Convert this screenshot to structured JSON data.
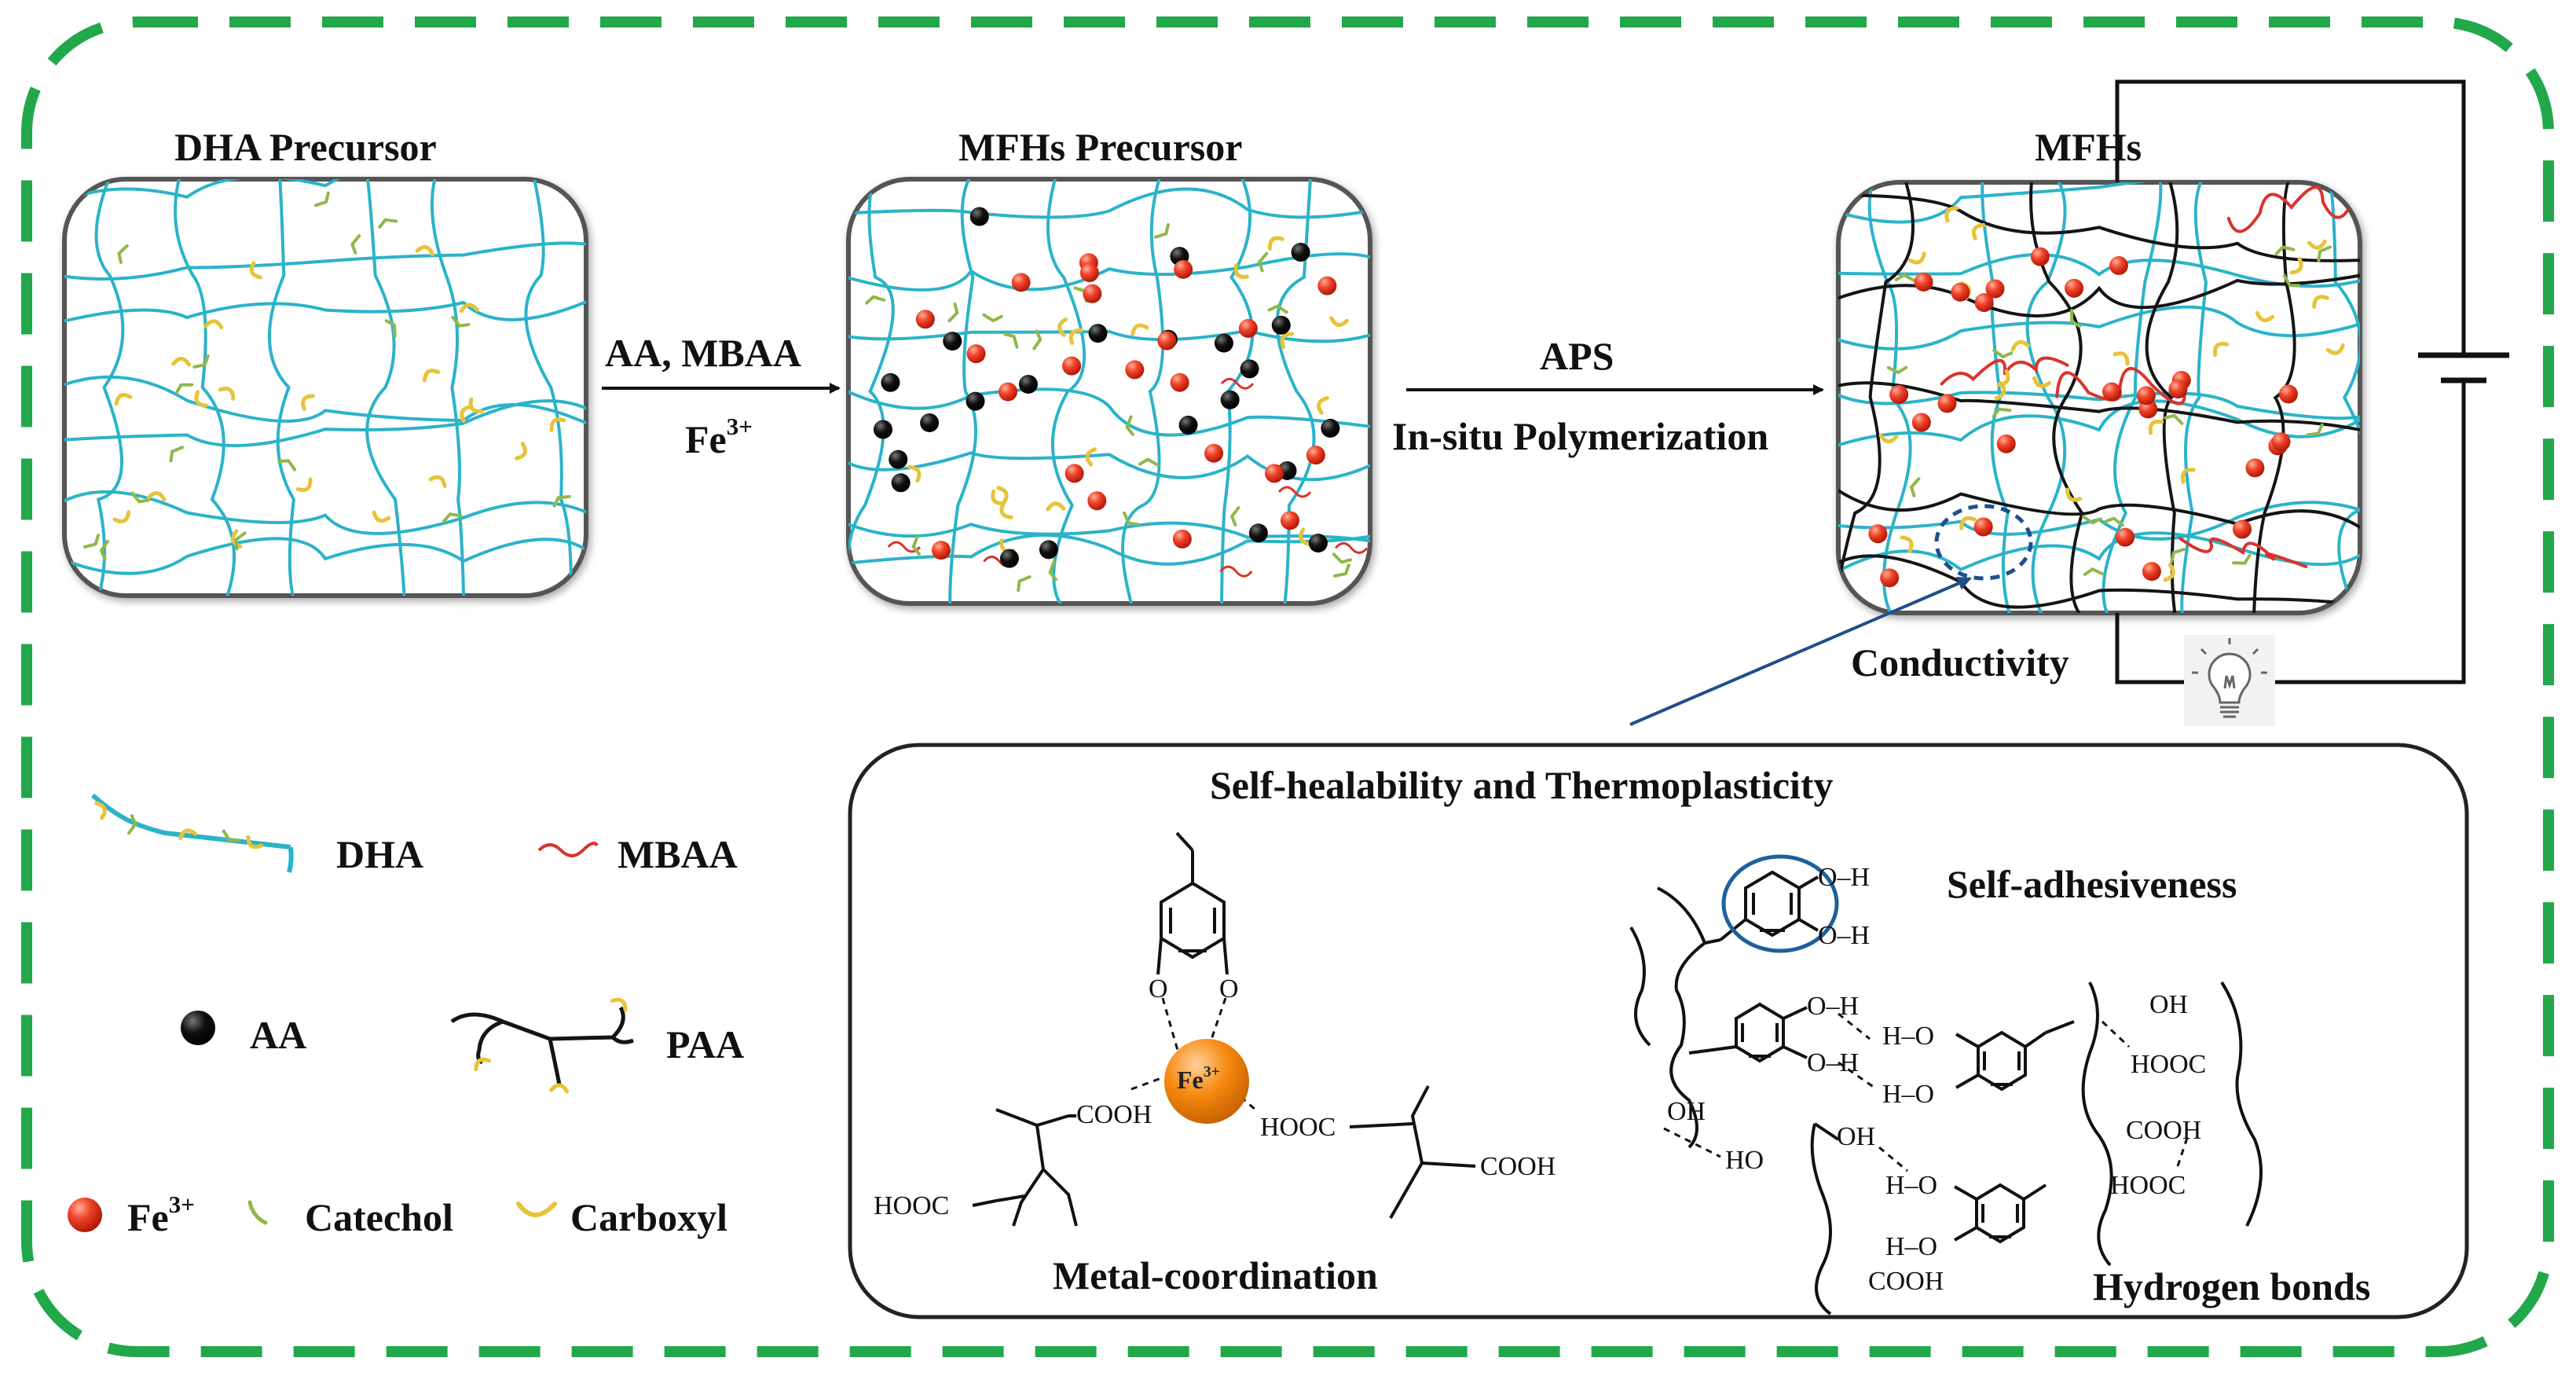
{
  "panels": {
    "dha_precursor": "DHA Precursor",
    "mfhs_precursor": "MFHs Precursor",
    "mfhs": "MFHs"
  },
  "arrows": {
    "step1_top": "AA, MBAA",
    "step1_bottom_base": "Fe",
    "step1_bottom_sup": "3+",
    "step2_top": "APS",
    "step2_bottom": "In-situ Polymerization"
  },
  "circuit": {
    "label": "Conductivity"
  },
  "legend": {
    "dha": "DHA",
    "mbaa": "MBAA",
    "aa": "AA",
    "paa": "PAA",
    "fe_base": "Fe",
    "fe_sup": "3+",
    "catechol": "Catechol",
    "carboxyl": "Carboxyl"
  },
  "detail": {
    "title": "Self-healability and Thermoplasticity",
    "self_adhesiveness": "Self-adhesiveness",
    "metal_coordination": "Metal-coordination",
    "hydrogen_bonds": "Hydrogen bonds",
    "fe_ion_base": "Fe",
    "fe_ion_sup": "3+",
    "groups": {
      "cooh": "COOH",
      "hooc": "HOOC",
      "oh": "OH",
      "ho": "HO",
      "o_h": "O–H",
      "h_o": "H–O",
      "o": "O"
    }
  },
  "colors": {
    "border_green": "#22a84a",
    "chain_cyan": "#2bb3c8",
    "catechol_green": "#8fb84a",
    "carboxyl_yellow": "#e7c33a",
    "fe_red": "#e8321e",
    "fe_orange": "#f5880f",
    "mbaa_red": "#d8342c",
    "paa_black": "#141414",
    "zoom_blue": "#1f4e8c"
  }
}
